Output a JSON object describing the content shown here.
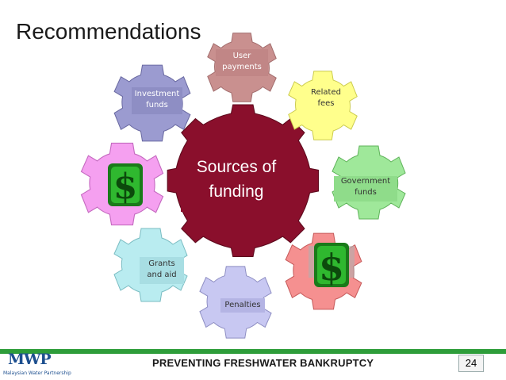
{
  "title": "Recommendations",
  "center": {
    "line1": "Sources of",
    "line2": "funding"
  },
  "nodes": {
    "user_payments": {
      "line1": "User",
      "line2": "payments"
    },
    "related_fees": {
      "line1": "Related",
      "line2": "fees"
    },
    "government_funds": {
      "line1": "Government",
      "line2": "funds"
    },
    "penalties": {
      "line1": "Penalties"
    },
    "grants_aid": {
      "line1": "Grants",
      "line2": "and aid"
    },
    "investment_funds": {
      "line1": "Investment",
      "line2": "funds"
    }
  },
  "icons": {
    "dollar": "$"
  },
  "footer": {
    "text": "PREVENTING FRESHWATER BANKRUPTCY",
    "page": "24"
  },
  "logo": {
    "text": "MWP",
    "sub": "Malaysian Water Partnership"
  },
  "colors": {
    "center": "#8a0f2c",
    "user_payments": "#c9908f",
    "related_fees": "#ffff8c",
    "government_funds": "#9fe89a",
    "penalties": "#c8c8f2",
    "grants_aid": "#b9ecf0",
    "investment_funds": "#9b9bd0",
    "dollar_left": "#f5a0f0",
    "dollar_right": "#f59090",
    "footer_bar": "#2e9d3a"
  }
}
